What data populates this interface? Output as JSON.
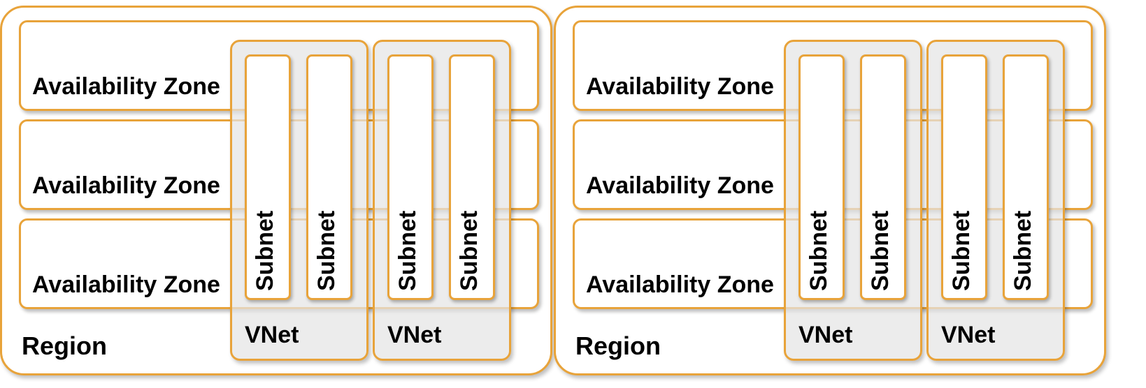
{
  "diagrams": [
    {
      "region_label": "Region",
      "availability_zones": [
        "Availability Zone",
        "Availability Zone",
        "Availability Zone"
      ],
      "vnets": [
        {
          "label": "VNet",
          "subnets": [
            "Subnet",
            "Subnet"
          ]
        },
        {
          "label": "VNet",
          "subnets": [
            "Subnet",
            "Subnet"
          ]
        }
      ]
    },
    {
      "region_label": "Region",
      "availability_zones": [
        "Availability Zone",
        "Availability Zone",
        "Availability Zone"
      ],
      "vnets": [
        {
          "label": "VNet",
          "subnets": [
            "Subnet",
            "Subnet"
          ]
        },
        {
          "label": "VNet",
          "subnets": [
            "Subnet",
            "Subnet"
          ]
        }
      ]
    }
  ],
  "colors": {
    "border": "#E8A33A",
    "vnet_fill": "#E4E4E4"
  }
}
